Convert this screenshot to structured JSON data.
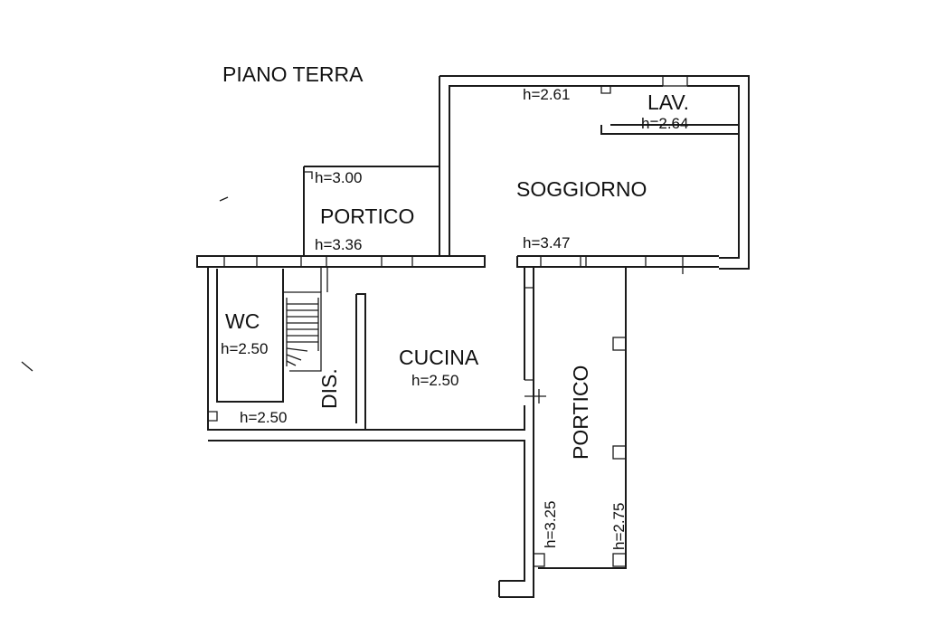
{
  "title": "PIANO TERRA",
  "rooms": {
    "lav": {
      "name": "LAV.",
      "height": "h=2.64"
    },
    "soggiorno": {
      "name": "SOGGIORNO",
      "height_top": "h=2.61",
      "height_bottom": "h=3.47"
    },
    "portico_top": {
      "name": "PORTICO",
      "height_top": "h=3.00",
      "height_bottom": "h=3.36"
    },
    "wc": {
      "name": "WC",
      "height": "h=2.50"
    },
    "dis": {
      "name": "DIS.",
      "height": "h=2.50"
    },
    "cucina": {
      "name": "CUCINA",
      "height": "h=2.50"
    },
    "portico_side": {
      "name": "PORTICO",
      "height_left": "h=3.25",
      "height_right": "h=2.75"
    }
  }
}
